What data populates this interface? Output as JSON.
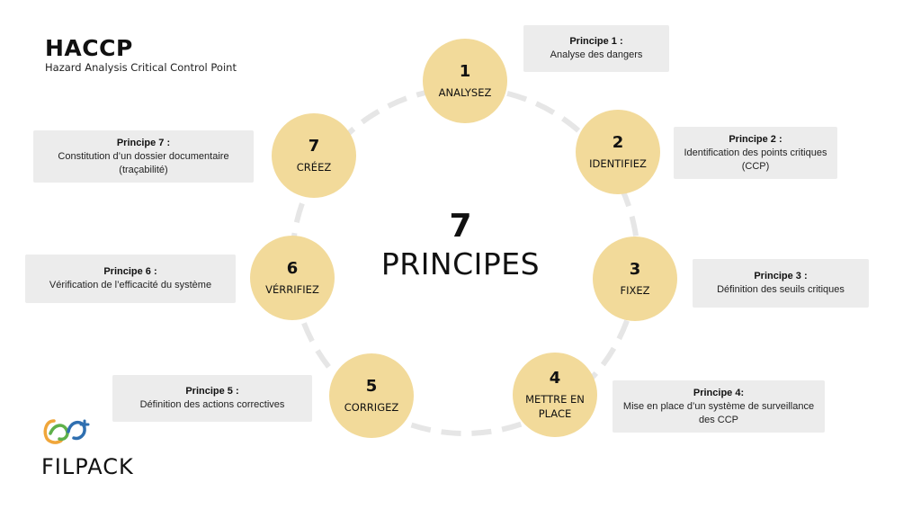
{
  "header": {
    "title": "HACCP",
    "subtitle": "Hazard Analysis Critical Control Point"
  },
  "center": {
    "number": "7",
    "word": "PRINCIPES"
  },
  "steps": [
    {
      "number": "1",
      "label": "ANALYSEZ"
    },
    {
      "number": "2",
      "label": "IDENTIFIEZ"
    },
    {
      "number": "3",
      "label": "FIXEZ"
    },
    {
      "number": "4",
      "label": "METTRE EN PLACE"
    },
    {
      "number": "5",
      "label": "CORRIGEZ"
    },
    {
      "number": "6",
      "label": "VÉRRIFIEZ"
    },
    {
      "number": "7",
      "label": "CRÉEZ"
    }
  ],
  "principles": [
    {
      "title": "Principe 1 :",
      "text": "Analyse des dangers"
    },
    {
      "title": "Principe 2 :",
      "text": "Identification des points critiques (CCP)"
    },
    {
      "title": "Principe 3 :",
      "text": "Définition des seuils critiques"
    },
    {
      "title": "Principe 4:",
      "text": "Mise en place d’un système de surveillance des CCP"
    },
    {
      "title": "Principe 5 :",
      "text": "Définition des actions correctives"
    },
    {
      "title": "Principe 6 :",
      "text": "Vérification de l’efficacité du système"
    },
    {
      "title": "Principe 7 :",
      "text": "Constitution d’un dossier documentaire (traçabilité)"
    }
  ],
  "logo": {
    "brand": "FILPACK",
    "icon": "filpack-logo-icon"
  },
  "colors": {
    "circle": "#f2da9a",
    "ring": "#e6e6e6",
    "box": "#ececec",
    "logo_orange": "#f0a63a",
    "logo_green": "#5fb04a",
    "logo_blue": "#2f6fb0"
  }
}
